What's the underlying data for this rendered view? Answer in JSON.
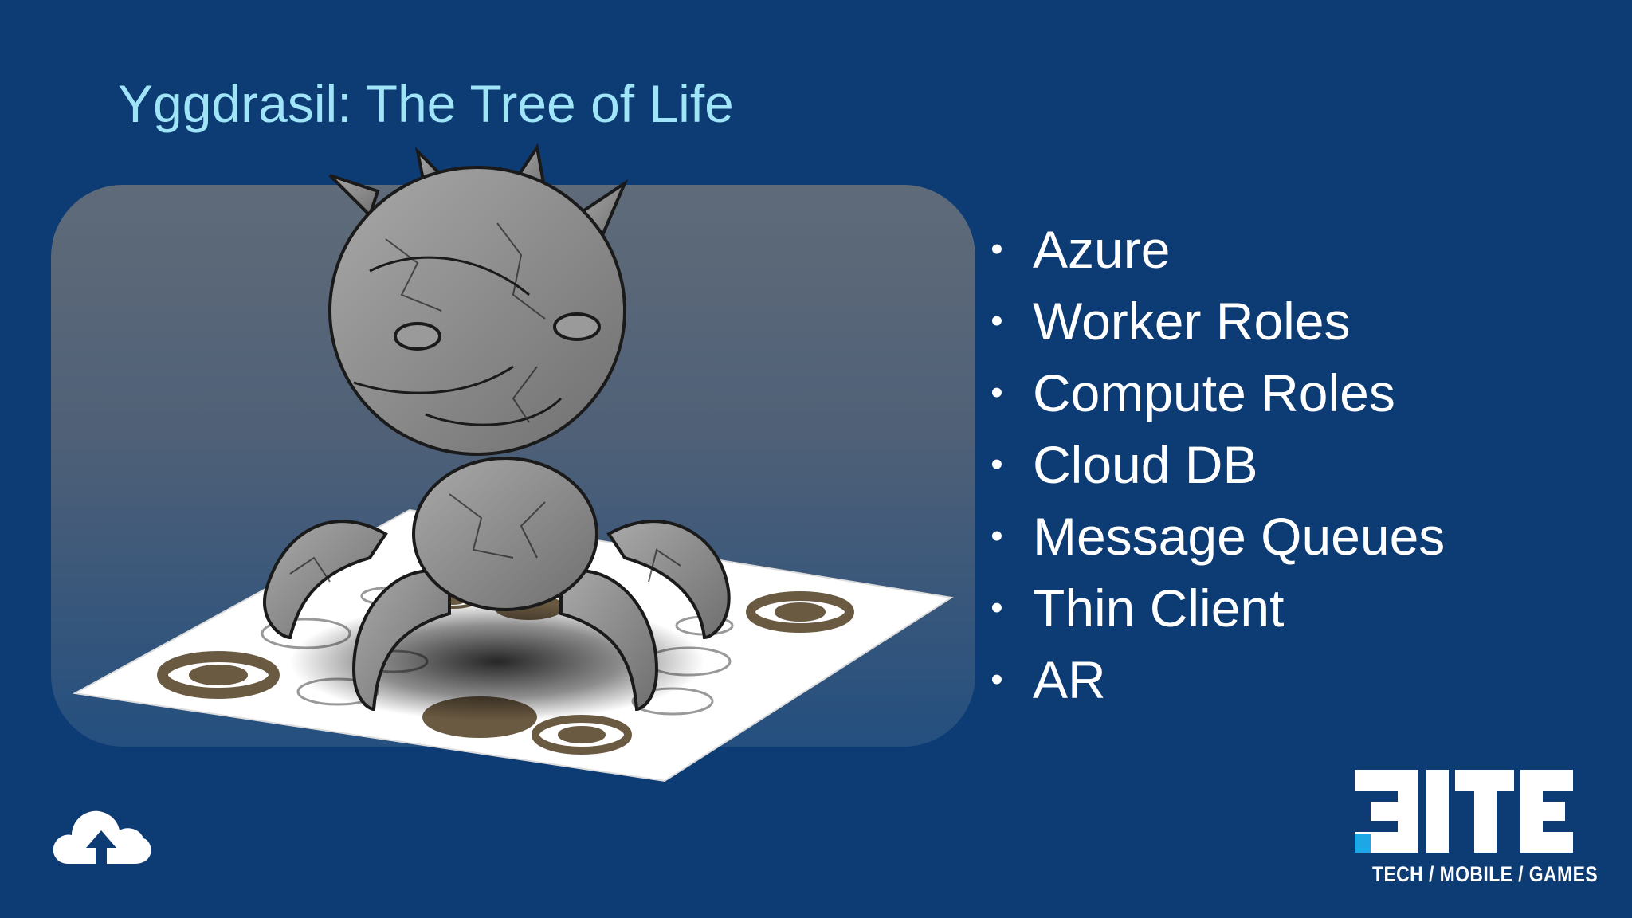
{
  "slide": {
    "title": "Yggdrasil: The Tree of Life",
    "bullet_marker": "•",
    "bullets": [
      "Azure",
      "Worker Roles",
      "Compute Roles",
      "Cloud DB",
      "Message Queues",
      "Thin Client",
      "AR"
    ]
  },
  "logo": {
    "tagline": "TECH / MOBILE / GAMES",
    "accent_color": "#1ea7e6"
  },
  "colors": {
    "background": "#0d3b73",
    "title": "#9fe4f7",
    "text": "#ffffff"
  },
  "icons": {
    "bottom_left": "cloud-upload-icon"
  }
}
